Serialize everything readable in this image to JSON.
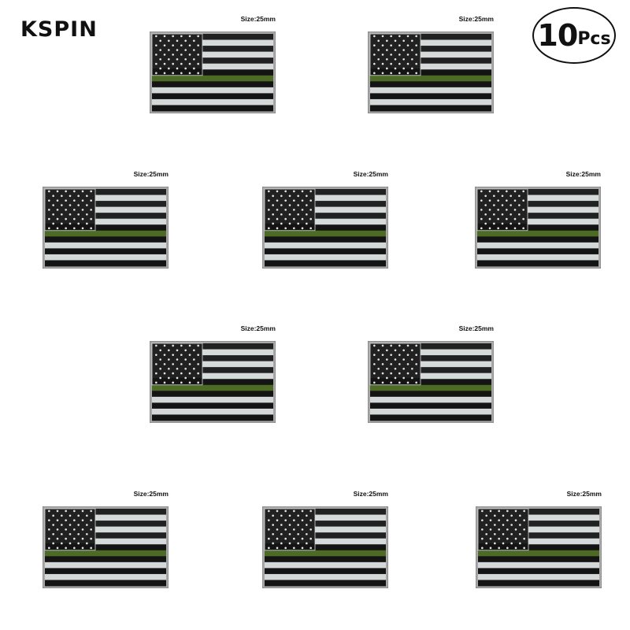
{
  "brand": "KSPIN",
  "quantity": {
    "number": "10",
    "unit": "Pcs"
  },
  "size_label": "Size:25mm",
  "colors": {
    "stripe_dark": "#141414",
    "stripe_light": "#d4d8d8",
    "thin_line": "#4e6b26",
    "frame": "#a8a8a8"
  },
  "pins": [
    {
      "size_label": "Size:25mm"
    },
    {
      "size_label": "Size:25mm"
    },
    {
      "size_label": "Size:25mm"
    },
    {
      "size_label": "Size:25mm"
    },
    {
      "size_label": "Size:25mm"
    },
    {
      "size_label": "Size:25mm"
    },
    {
      "size_label": "Size:25mm"
    },
    {
      "size_label": "Size:25mm"
    },
    {
      "size_label": "Size:25mm"
    },
    {
      "size_label": "Size:25mm"
    }
  ]
}
